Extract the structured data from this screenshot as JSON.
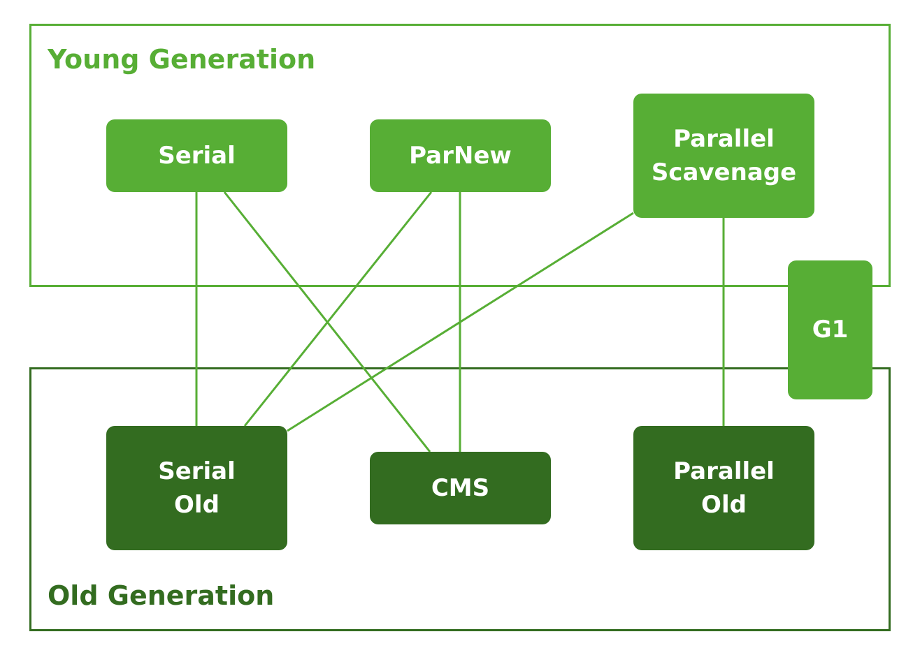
{
  "colors": {
    "young": "#57ae35",
    "old": "#336c20",
    "line": "#57ae35"
  },
  "regions": {
    "young_title": "Young Generation",
    "old_title": "Old Generation"
  },
  "nodes": {
    "serial": "Serial",
    "parnew": "ParNew",
    "parallel_scavenge": "Parallel\nScavenage",
    "g1": "G1",
    "serial_old": "Serial\nOld",
    "cms": "CMS",
    "parallel_old": "Parallel\nOld"
  },
  "links": [
    {
      "from": "serial",
      "to": "serial_old"
    },
    {
      "from": "serial",
      "to": "cms"
    },
    {
      "from": "parnew",
      "to": "serial_old"
    },
    {
      "from": "parnew",
      "to": "cms"
    },
    {
      "from": "parallel_scavenge",
      "to": "serial_old"
    },
    {
      "from": "parallel_scavenge",
      "to": "parallel_old"
    }
  ]
}
